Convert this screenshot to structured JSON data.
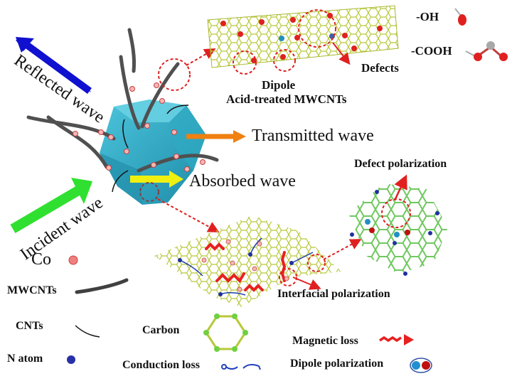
{
  "waves": {
    "reflected": "Reflected wave",
    "incident": "Incident wave",
    "transmitted": "Transmitted wave",
    "absorbed": "Absorbed wave"
  },
  "nanotube": {
    "title": "Acid-treated MWCNTs",
    "dipole_label": "Dipole",
    "defects_label": "Defects",
    "groups": [
      {
        "label": "-OH"
      },
      {
        "label": "-COOH"
      }
    ]
  },
  "mechanisms": {
    "defect_polarization": "Defect polarization",
    "interfacial_polarization": "Interfacial polarization"
  },
  "legend": {
    "co": "Co",
    "mwcnts": "MWCNTs",
    "cnts": "CNTs",
    "n_atom": "N atom",
    "carbon": "Carbon",
    "conduction_loss": "Conduction loss",
    "magnetic_loss": "Magnetic loss",
    "dipole_polarization": "Dipole polarization"
  },
  "colors": {
    "reflected_arrow": "#1010d0",
    "incident_arrow": "#30e030",
    "transmitted_arrow": "#f08010",
    "absorbed_arrow": "#f0f010",
    "particle": "#2aa7c4",
    "callout_red": "#e02020",
    "carbon_green": "#b8c838",
    "n_atom_blue": "#2030a0",
    "co_pink": "#f08080"
  }
}
